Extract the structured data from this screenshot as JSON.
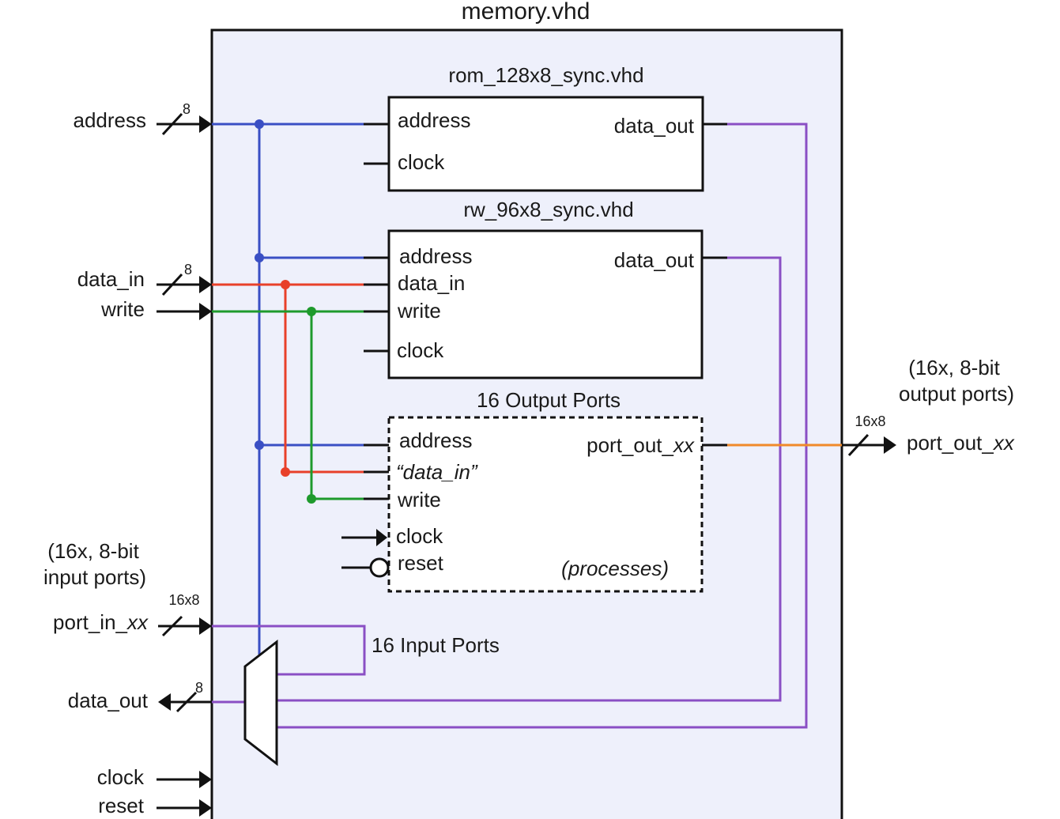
{
  "title": "memory.vhd",
  "colors": {
    "address_bus": "#3a4fc4",
    "data_in_bus": "#e8402a",
    "write_line": "#1e9a2c",
    "data_out_bus": "#8a4fc4",
    "port_out_bus": "#f08a2a",
    "block_fill": "#eef0fb"
  },
  "external": {
    "address": "address",
    "address_width": "8",
    "data_in": "data_in",
    "data_in_width": "8",
    "write": "write",
    "input_ports_note_1": "(16x, 8-bit",
    "input_ports_note_2": "input ports)",
    "port_in": "port_in_",
    "port_in_suffix": "xx",
    "port_in_width": "16x8",
    "data_out": "data_out",
    "data_out_width": "8",
    "clock": "clock",
    "reset": "reset",
    "output_ports_note_1": "(16x, 8-bit",
    "output_ports_note_2": "output ports)",
    "port_out": "port_out_",
    "port_out_suffix": "xx",
    "port_out_width": "16x8"
  },
  "rom": {
    "name": "rom_128x8_sync.vhd",
    "address": "address",
    "clock": "clock",
    "data_out": "data_out"
  },
  "rw": {
    "name": "rw_96x8_sync.vhd",
    "address": "address",
    "data_in": "data_in",
    "write": "write",
    "clock": "clock",
    "data_out": "data_out"
  },
  "output_ports": {
    "name": "16 Output Ports",
    "address": "address",
    "data_in": "“data_in”",
    "write": "write",
    "clock": "clock",
    "reset": "reset",
    "port_out": "port_out_",
    "port_out_suffix": "xx",
    "note": "(processes)"
  },
  "input_ports": {
    "name": "16 Input Ports"
  }
}
